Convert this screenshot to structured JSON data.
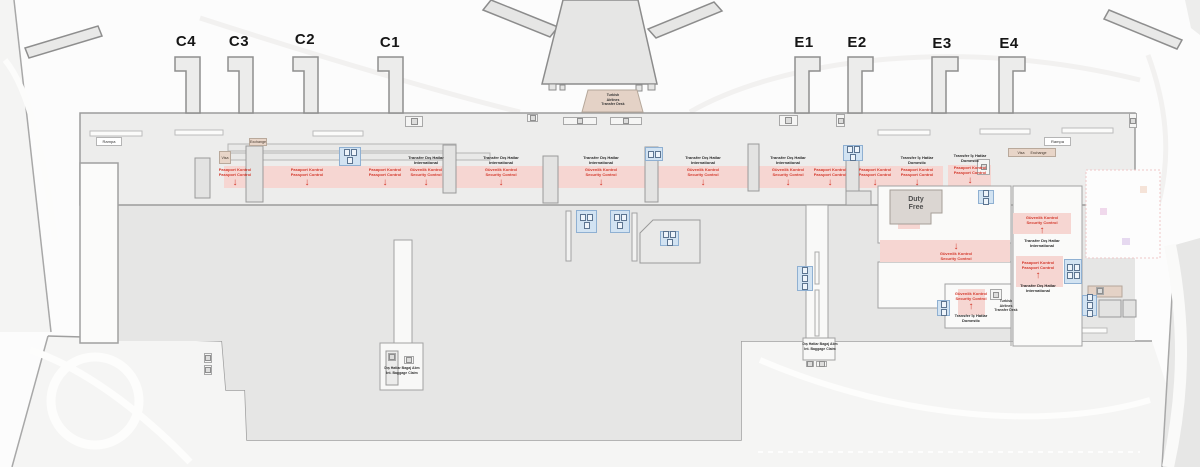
{
  "gates": {
    "c": [
      "C4",
      "C3",
      "C2",
      "C1"
    ],
    "e": [
      "E1",
      "E2",
      "E3",
      "E4"
    ]
  },
  "labels": {
    "passport_tr": "Pasaport Kontrol",
    "passport_en": "Passport Control",
    "security_tr": "Güvenlik Kontrol",
    "security_en": "Security Control",
    "transfer_intl_tr": "Transfer Dış Hatlar",
    "transfer_intl_en": "International",
    "transfer_dom_tr": "Transfer İç Hatlar",
    "transfer_dom_en": "Domestic",
    "duty_free_l1": "Duty",
    "duty_free_l2": "Free",
    "thy_l1": "Turkish",
    "thy_l2": "Airlines",
    "thy_l3": "Transfer Desk",
    "baggage_tr": "Dış Hatlar Bagaj Alım",
    "baggage_en": "Int. Baggage Claim",
    "rampa": "Rampa",
    "visa": "Visa",
    "exchange": "Exchange"
  },
  "icons": {
    "arrow_down": "↓",
    "arrow_up": "↑"
  }
}
